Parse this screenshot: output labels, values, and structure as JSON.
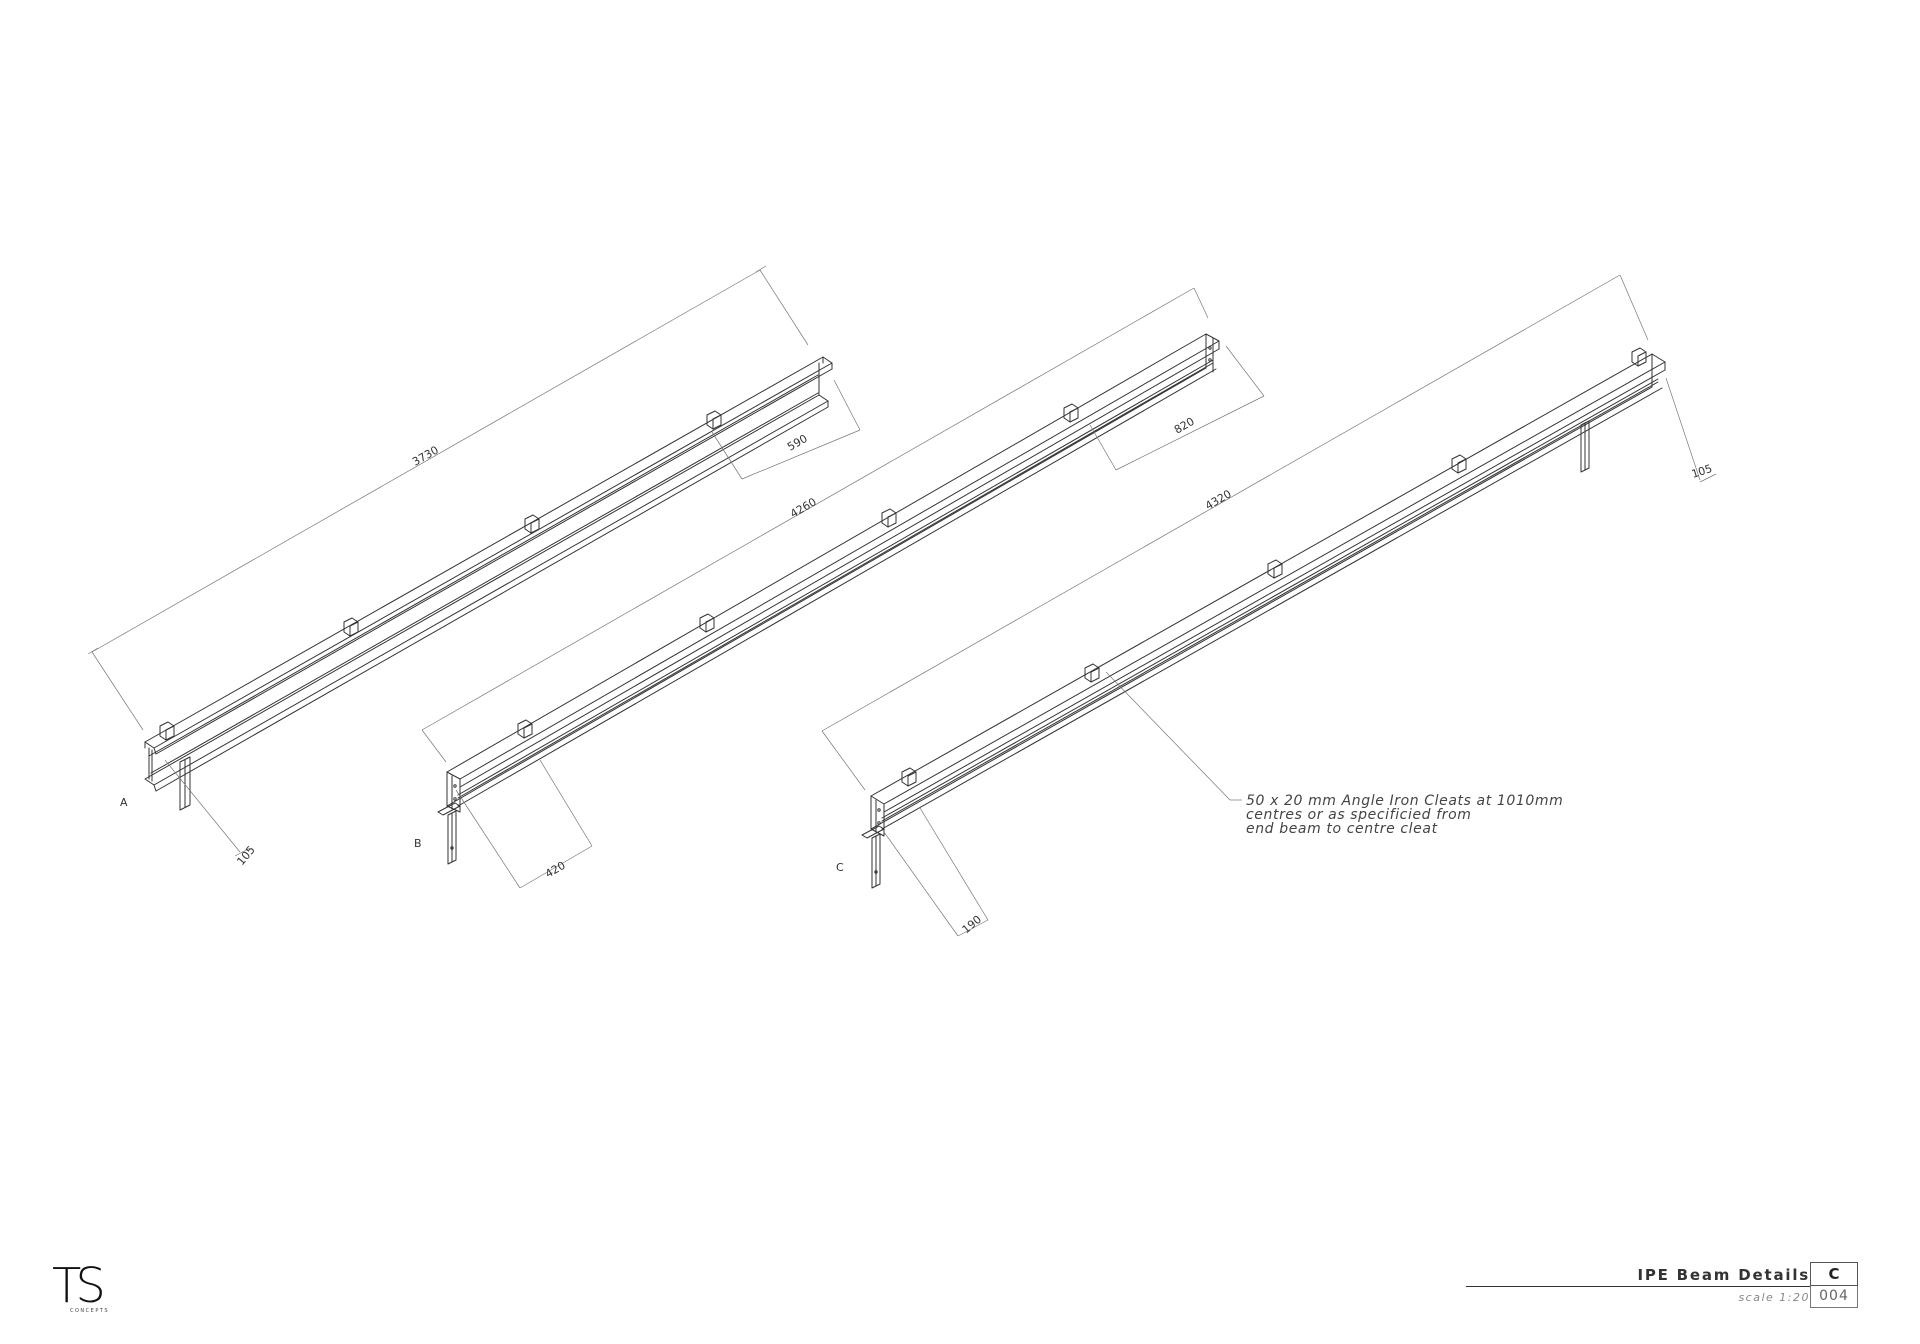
{
  "drawing": {
    "beams": [
      {
        "label": "A",
        "length_dim": "3730",
        "cleat_offset_dim": "590",
        "end_dim": "105"
      },
      {
        "label": "B",
        "length_dim": "4260",
        "cleat_offset_dim": "820",
        "end_dim": "420"
      },
      {
        "label": "C",
        "length_dim": "4320",
        "end_dim_right": "105",
        "end_dim": "190"
      }
    ],
    "note": {
      "line1": "50 x 20 mm Angle Iron Cleats at 1010mm",
      "line2": "centres or as specificied from",
      "line3": "end beam to centre cleat"
    }
  },
  "logo": {
    "mark": "TS",
    "sub": "CONCEPTS"
  },
  "title_block": {
    "title": "IPE Beam Details",
    "revision": "C",
    "scale": "scale 1:20",
    "sheet": "004"
  },
  "colors": {
    "line": "#333333",
    "thin": "#888888"
  }
}
